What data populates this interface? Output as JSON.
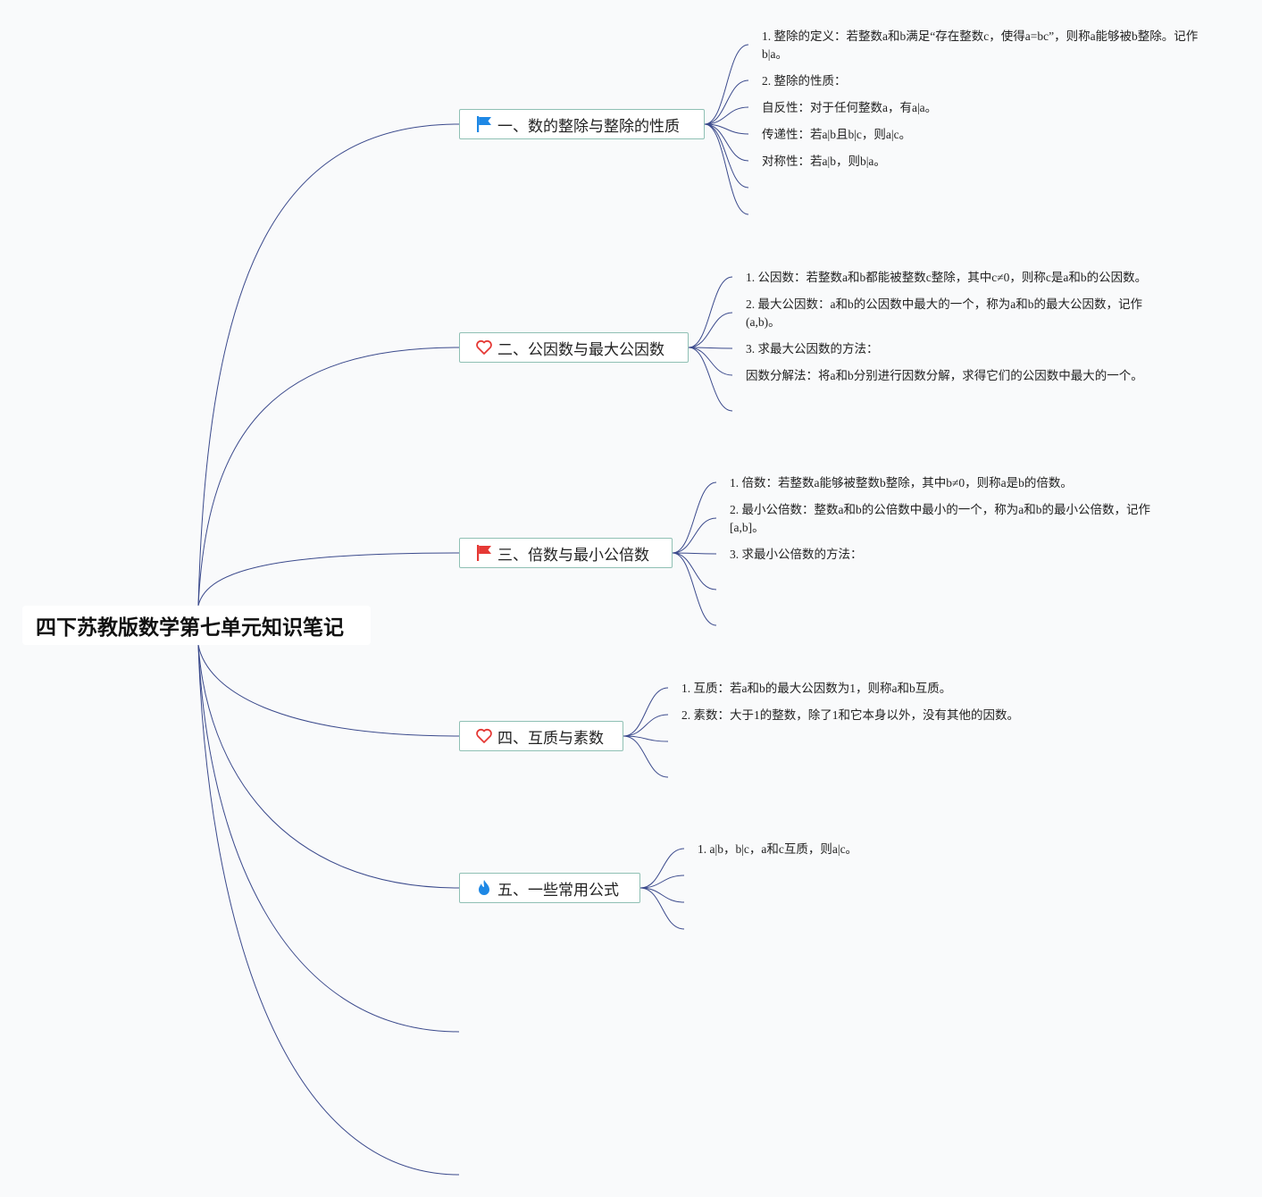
{
  "root": {
    "title": "四下苏教版数学第七单元知识笔记"
  },
  "topics": [
    {
      "label": "一、数的整除与整除的性质",
      "icon": "blue-flag-icon",
      "items": [
        "1. 整除的定义：若整数a和b满足“存在整数c，使得a=bc”，则称a能够被b整除。记作b|a。",
        "2. 整除的性质：",
        "自反性：对于任何整数a，有a|a。",
        "传递性：若a|b且b|c，则a|c。",
        "对称性：若a|b，则b|a。"
      ]
    },
    {
      "label": "二、公因数与最大公因数",
      "icon": "heart-icon",
      "items": [
        "1. 公因数：若整数a和b都能被整数c整除，其中c≠0，则称c是a和b的公因数。",
        "2. 最大公因数：a和b的公因数中最大的一个，称为a和b的最大公因数，记作(a,b)。",
        "3. 求最大公因数的方法：",
        "因数分解法：将a和b分别进行因数分解，求得它们的公因数中最大的一个。"
      ]
    },
    {
      "label": "三、倍数与最小公倍数",
      "icon": "red-flag-icon",
      "items": [
        "1. 倍数：若整数a能够被整数b整除，其中b≠0，则称a是b的倍数。",
        "2. 最小公倍数：整数a和b的公倍数中最小的一个，称为a和b的最小公倍数，记作[a,b]。",
        "3. 求最小公倍数的方法："
      ]
    },
    {
      "label": "四、互质与素数",
      "icon": "heart-icon",
      "items": [
        "1. 互质：若a和b的最大公因数为1，则称a和b互质。",
        "2. 素数：大于1的整数，除了1和它本身以外，没有其他的因数。"
      ]
    },
    {
      "label": "五、一些常用公式",
      "icon": "fire-icon",
      "items": [
        "1. a|b，b|c，a和c互质，则a|c。"
      ]
    }
  ],
  "colors": {
    "connector": "#3b4a8c",
    "topic_border": "#8fc0b4",
    "blue_flag": "#1e88e5",
    "red_flag": "#e53935",
    "heart": "#e53935",
    "fire": "#1e88e5"
  }
}
